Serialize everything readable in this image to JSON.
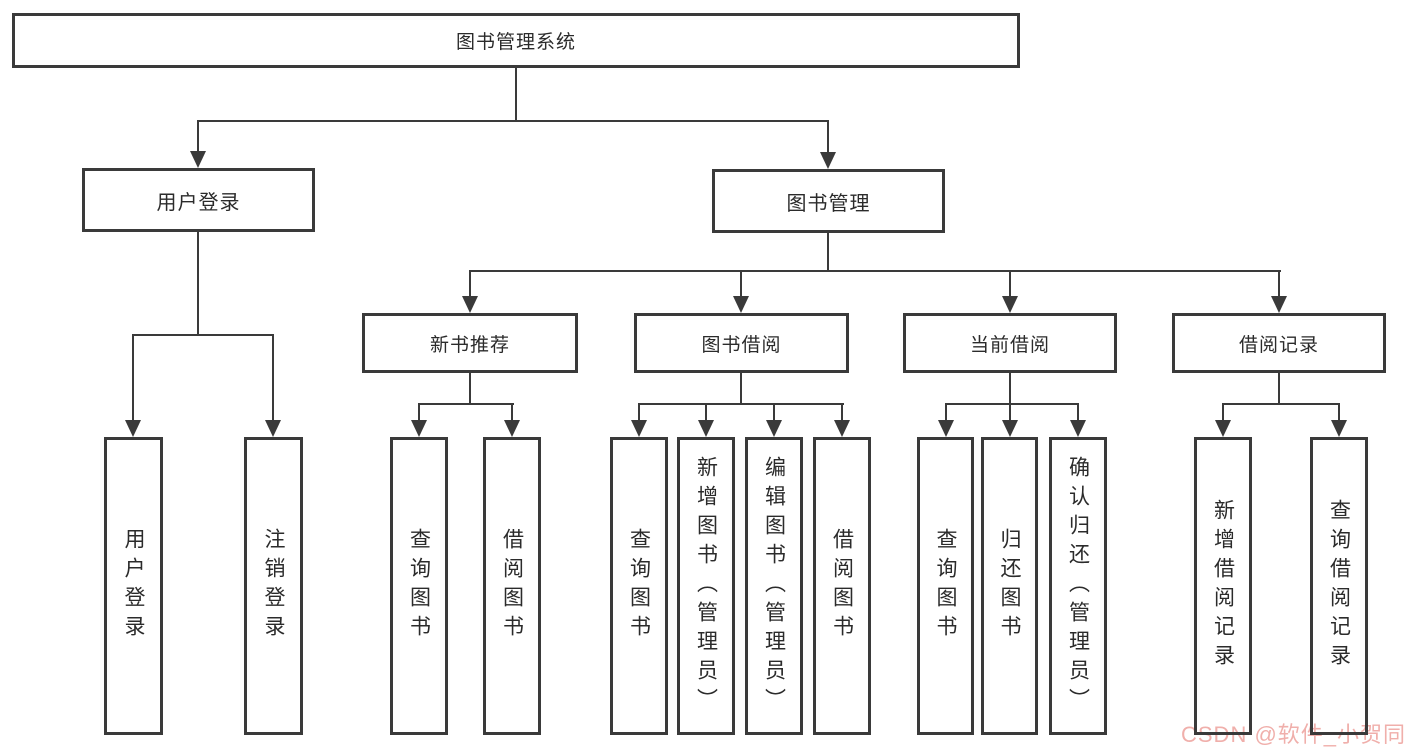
{
  "colors": {
    "line": "#3a3a3a",
    "text": "#2b2b2b",
    "background": "#ffffff",
    "watermark": "#f0afab"
  },
  "watermark": {
    "text": "CSDN @软件_小贺同学"
  },
  "tree": {
    "label": "图书管理系统",
    "children": [
      {
        "label": "用户登录",
        "children": [
          {
            "label": "用户登录"
          },
          {
            "label": "注销登录"
          }
        ]
      },
      {
        "label": "图书管理",
        "children": [
          {
            "label": "新书推荐",
            "children": [
              {
                "label": "查询图书"
              },
              {
                "label": "借阅图书"
              }
            ]
          },
          {
            "label": "图书借阅",
            "children": [
              {
                "label": "查询图书"
              },
              {
                "label": "新增图书（管理员）"
              },
              {
                "label": "编辑图书（管理员）"
              },
              {
                "label": "借阅图书"
              }
            ]
          },
          {
            "label": "当前借阅",
            "children": [
              {
                "label": "查询图书"
              },
              {
                "label": "归还图书"
              },
              {
                "label": "确认归还（管理员）"
              }
            ]
          },
          {
            "label": "借阅记录",
            "children": [
              {
                "label": "新增借阅记录"
              },
              {
                "label": "查询借阅记录"
              }
            ]
          }
        ]
      }
    ]
  }
}
